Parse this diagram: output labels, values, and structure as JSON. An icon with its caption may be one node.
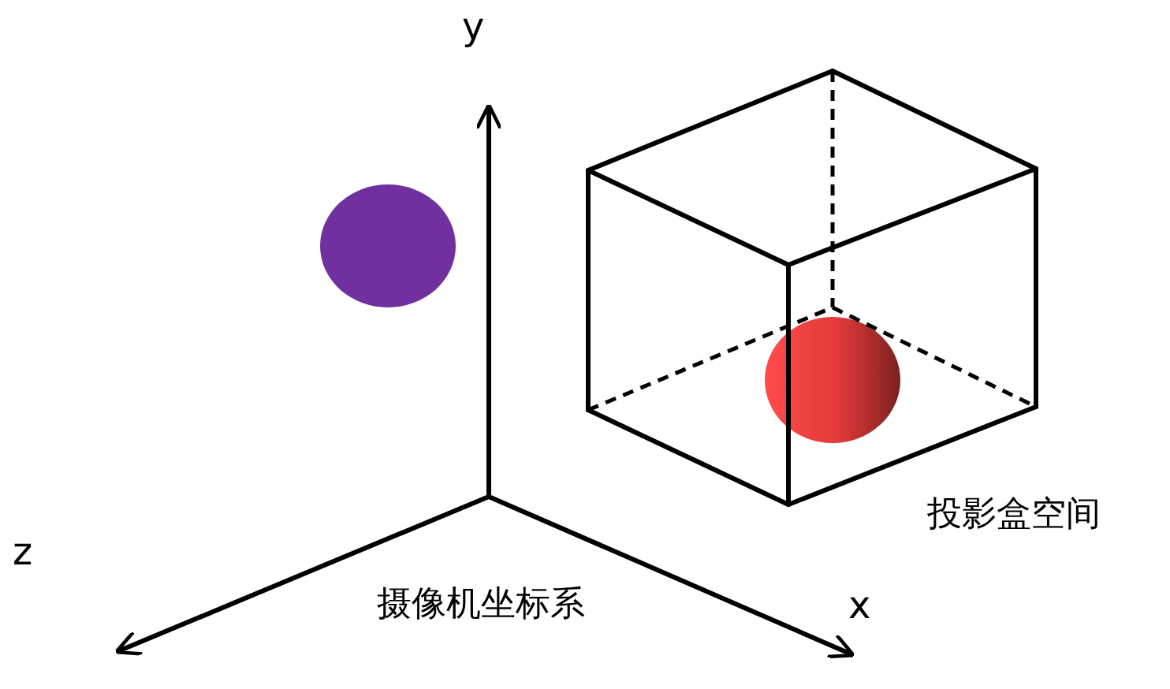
{
  "diagram": {
    "nodes": [
      {
        "text": [],
        "shape": "circle"
      }
    ],
    "labels": [
      "y",
      "z",
      "x",
      "投影盒空间",
      "摄像机坐标系"
    ]
  }
}
